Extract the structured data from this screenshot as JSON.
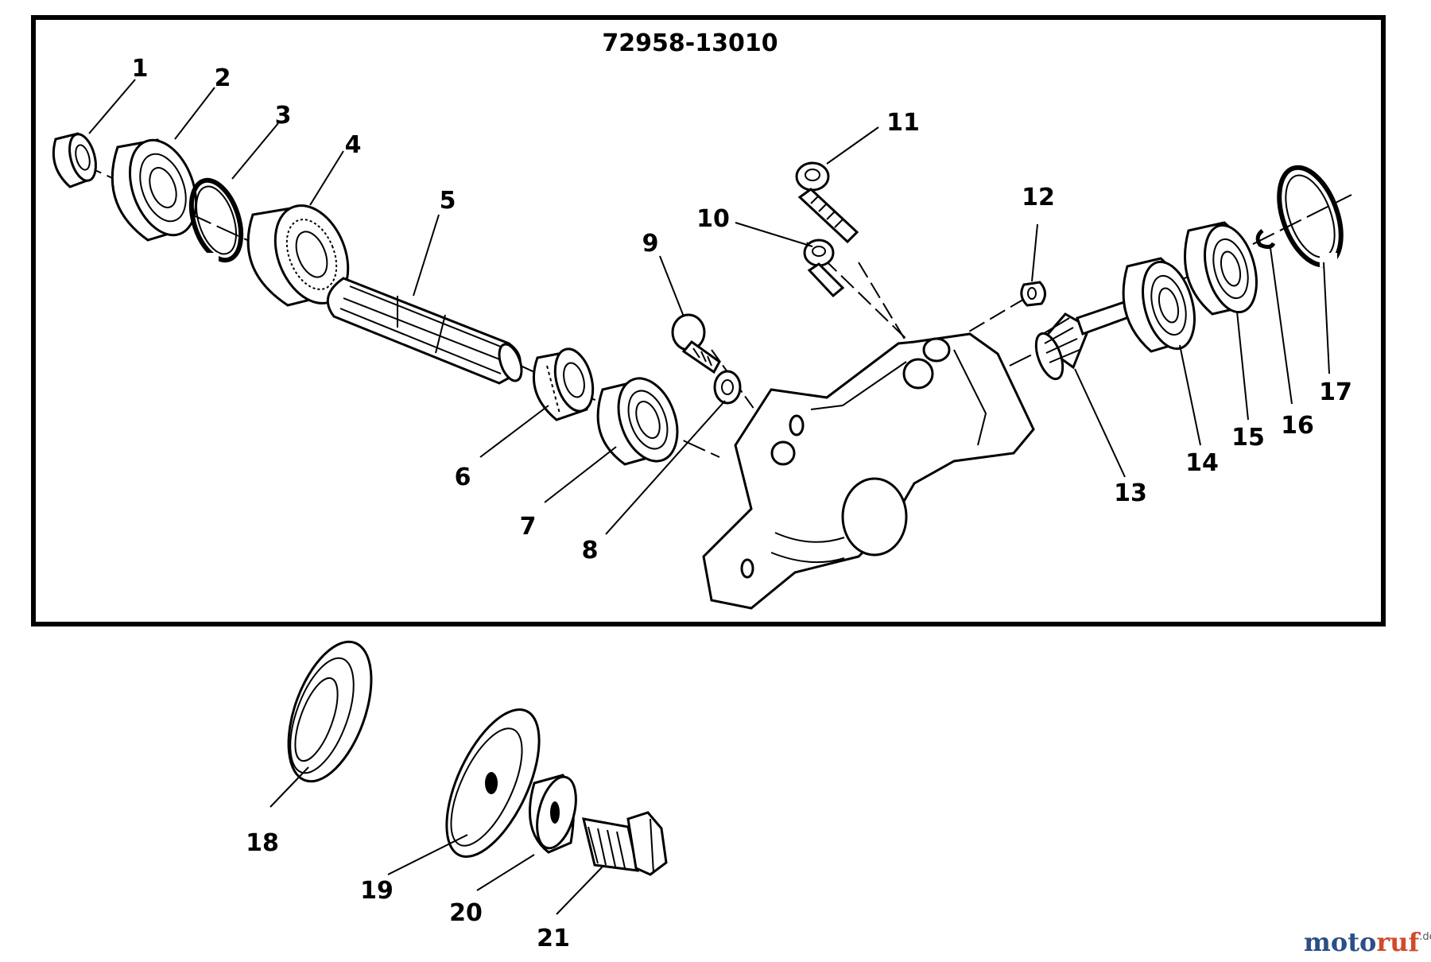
{
  "title": "72958-13010",
  "watermark": {
    "brand_a": "moto",
    "brand_b": "ruf",
    "suffix": ".de"
  },
  "parts": [
    "1",
    "2",
    "3",
    "4",
    "5",
    "6",
    "7",
    "8",
    "9",
    "10",
    "11",
    "12",
    "13",
    "14",
    "15",
    "16",
    "17",
    "18",
    "19",
    "20",
    "21"
  ]
}
